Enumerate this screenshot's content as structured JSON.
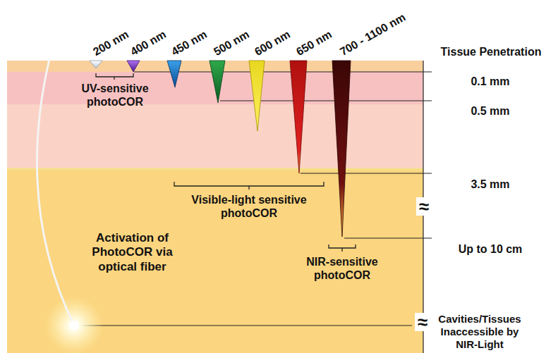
{
  "diagram": {
    "labels": [
      "200 nm",
      "400 nm",
      "450 nm",
      "500 nm",
      "600 nm",
      "650 nm",
      "700 - 1100 nm",
      "Tissue Penetration",
      "0.1 mm",
      "0.5 mm",
      "3.5 mm",
      "≈",
      "Up to 10 cm",
      "≈",
      "Cavities/Tissues Inaccessible by NIR-Light",
      "UV-sensitive photoCOR",
      "Visible-light sensitive photoCOR",
      "NIR-sensitive photoCOR",
      "Activation of PhotoCOR via optical fiber"
    ]
  }
}
